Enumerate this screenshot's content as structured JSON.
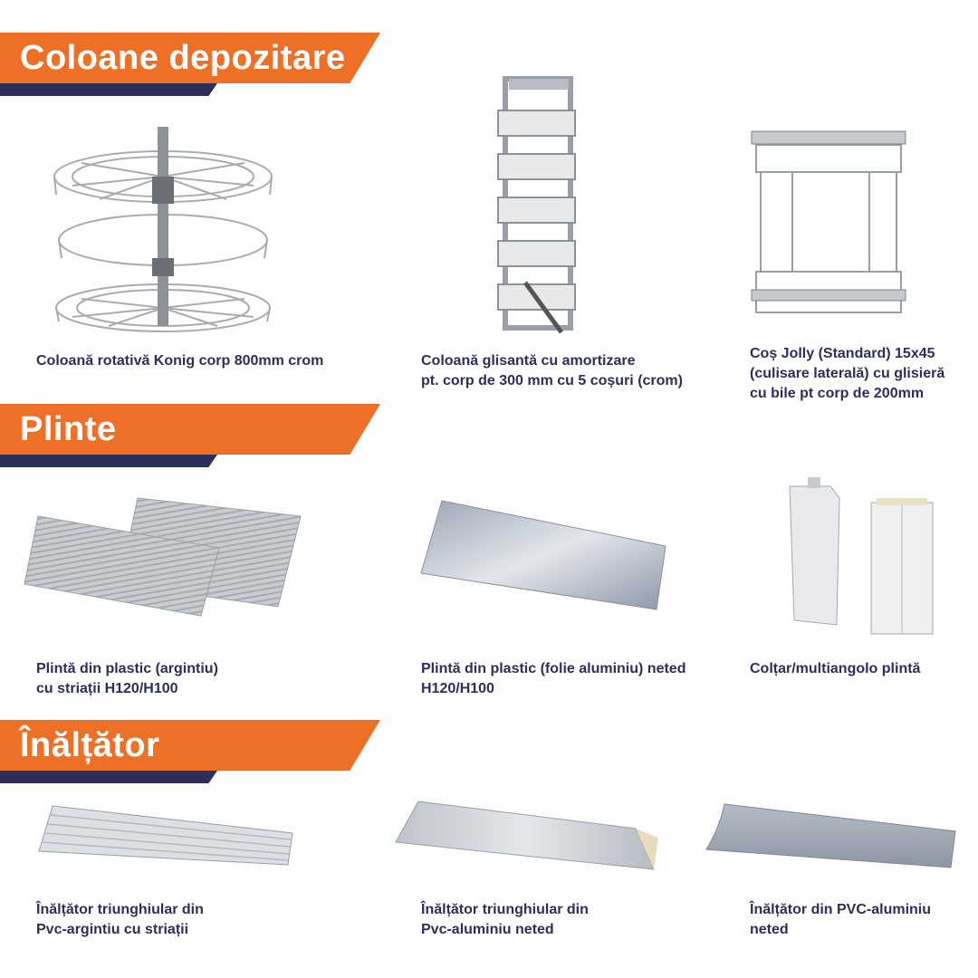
{
  "sections": [
    {
      "title": "Coloane depozitare"
    },
    {
      "title": "Plinte"
    },
    {
      "title": "Înălțător"
    }
  ],
  "products": [
    {
      "caption": "Coloană rotativă Konig corp 800mm crom"
    },
    {
      "caption": "Coloană glisantă cu amortizare\npt. corp de 300 mm cu 5 coșuri (crom)"
    },
    {
      "caption": "Coș Jolly (Standard) 15x45\n(culisare laterală) cu glisieră\ncu bile pt corp de 200mm"
    },
    {
      "caption": "Plintă din plastic (argintiu)\ncu striații H120/H100"
    },
    {
      "caption": "Plintă din plastic (folie aluminiu) neted\nH120/H100"
    },
    {
      "caption": "Colțar/multiangolo plintă"
    },
    {
      "caption": "Înălțător triunghiular din\nPvc-argintiu cu striații"
    },
    {
      "caption": "Înălțător triunghiular din\nPvc-aluminiu neted"
    },
    {
      "caption": "Înălțător din PVC-aluminiu\nneted"
    }
  ],
  "colors": {
    "accent": "#ee7026",
    "navy": "#2d2f5a",
    "text": "#2d2f5a"
  }
}
